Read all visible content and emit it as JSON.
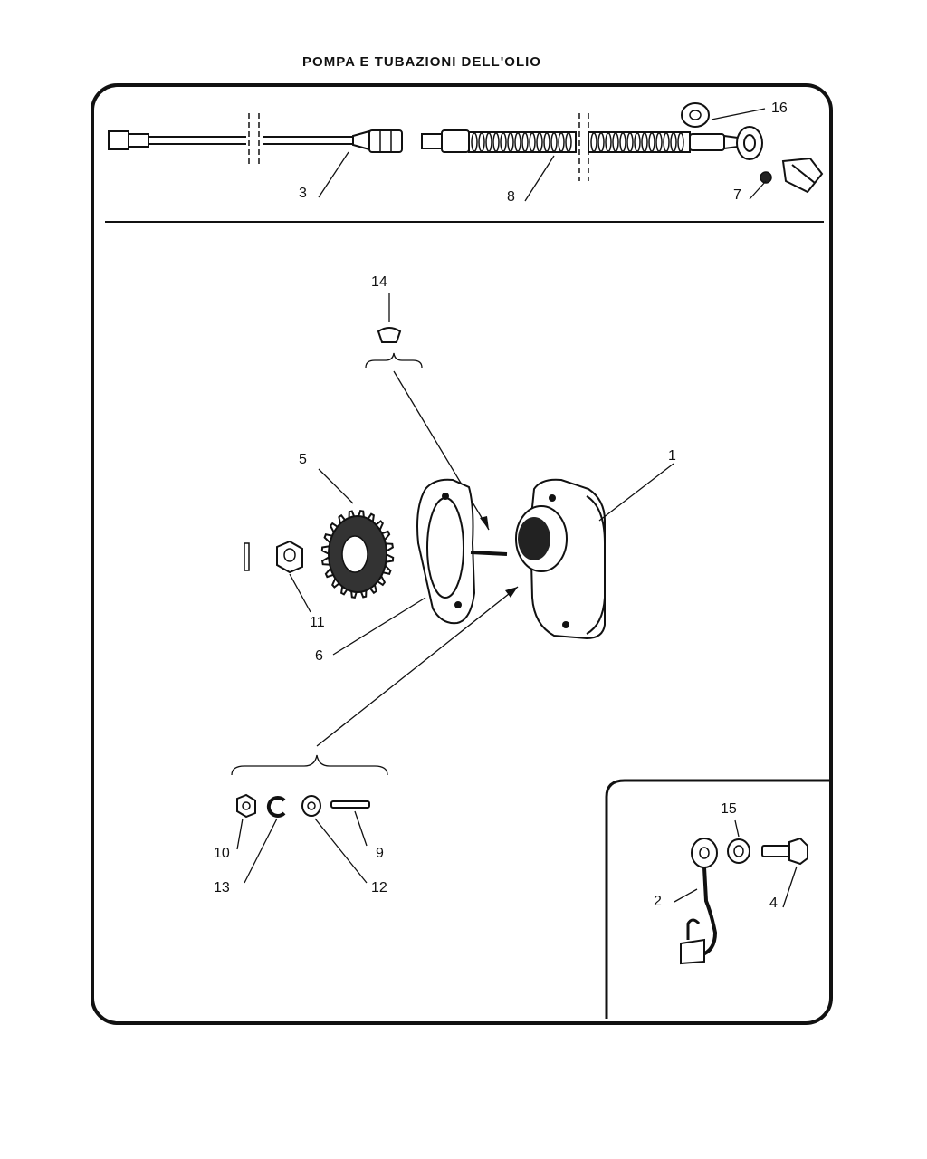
{
  "title": "POMPA E TUBAZIONI DELL'OLIO",
  "callouts": {
    "c1": "1",
    "c2": "2",
    "c3": "3",
    "c4": "4",
    "c5": "5",
    "c6": "6",
    "c7": "7",
    "c8": "8",
    "c9": "9",
    "c10": "10",
    "c11": "11",
    "c12": "12",
    "c13": "13",
    "c14": "14",
    "c15": "15",
    "c16": "16"
  }
}
